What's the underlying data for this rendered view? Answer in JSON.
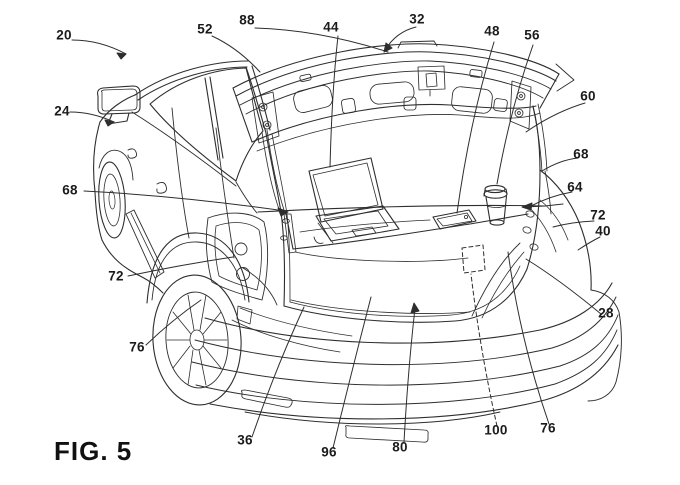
{
  "figure_label": "FIG. 5",
  "colors": {
    "background": "#ffffff",
    "line": "#2e2e2e",
    "label_text": "#1b1b1b"
  },
  "labels": {
    "n20": "20",
    "n24": "24",
    "n68L": "68",
    "n72L": "72",
    "n76L": "76",
    "n36": "36",
    "n96": "96",
    "n80": "80",
    "n100": "100",
    "n76R": "76",
    "n28": "28",
    "n40": "40",
    "n72R": "72",
    "n64": "64",
    "n68R": "68",
    "n60": "60",
    "n56": "56",
    "n48": "48",
    "n32": "32",
    "n44": "44",
    "n88": "88",
    "n52": "52"
  }
}
